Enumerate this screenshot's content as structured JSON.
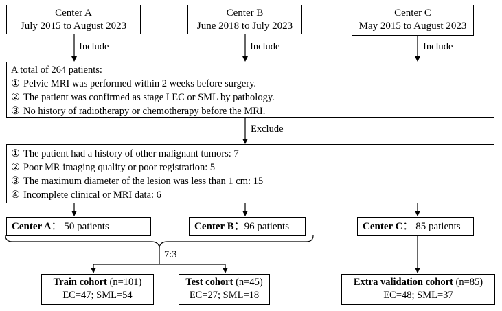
{
  "centers": [
    {
      "name": "Center A",
      "period": "July 2015 to August 2023"
    },
    {
      "name": "Center B",
      "period": "June 2018 to July 2023"
    },
    {
      "name": "Center C",
      "period": "May 2015 to August 2023"
    }
  ],
  "include_label": "Include",
  "exclude_label": "Exclude",
  "inclusion": {
    "title": "A total of 264 patients:",
    "items": [
      {
        "num": "①",
        "text": "Pelvic MRI was performed within 2 weeks before surgery."
      },
      {
        "num": "②",
        "text": "The patient was confirmed as stage I EC or SML by pathology."
      },
      {
        "num": "③",
        "text": "No history of radiotherapy or chemotherapy before the MRI."
      }
    ]
  },
  "exclusion": {
    "items": [
      {
        "num": "①",
        "text": "The patient had a history of other malignant tumors: 7"
      },
      {
        "num": "②",
        "text": "Poor MR imaging quality or poor registration: 5"
      },
      {
        "num": "③",
        "text": "The maximum diameter of the lesion was less than 1 cm: 15"
      },
      {
        "num": "④",
        "text": "Incomplete clinical or MRI data: 6"
      }
    ]
  },
  "center_counts": [
    {
      "name": "Center A",
      "sep": "：",
      "count": " 50 patients"
    },
    {
      "name": "Center B",
      "sep": "：",
      "count": "96 patients"
    },
    {
      "name": "Center C",
      "sep": "：",
      "count": " 85 patients"
    }
  ],
  "split_ratio": "7:3",
  "cohorts": [
    {
      "name": "Train cohort",
      "n": " (n=101)",
      "detail": "EC=47; SML=54"
    },
    {
      "name": "Test cohort",
      "n": " (n=45)",
      "detail": "EC=27; SML=18"
    },
    {
      "name": "Extra validation cohort",
      "n": " (n=85)",
      "detail": "EC=48; SML=37"
    }
  ]
}
